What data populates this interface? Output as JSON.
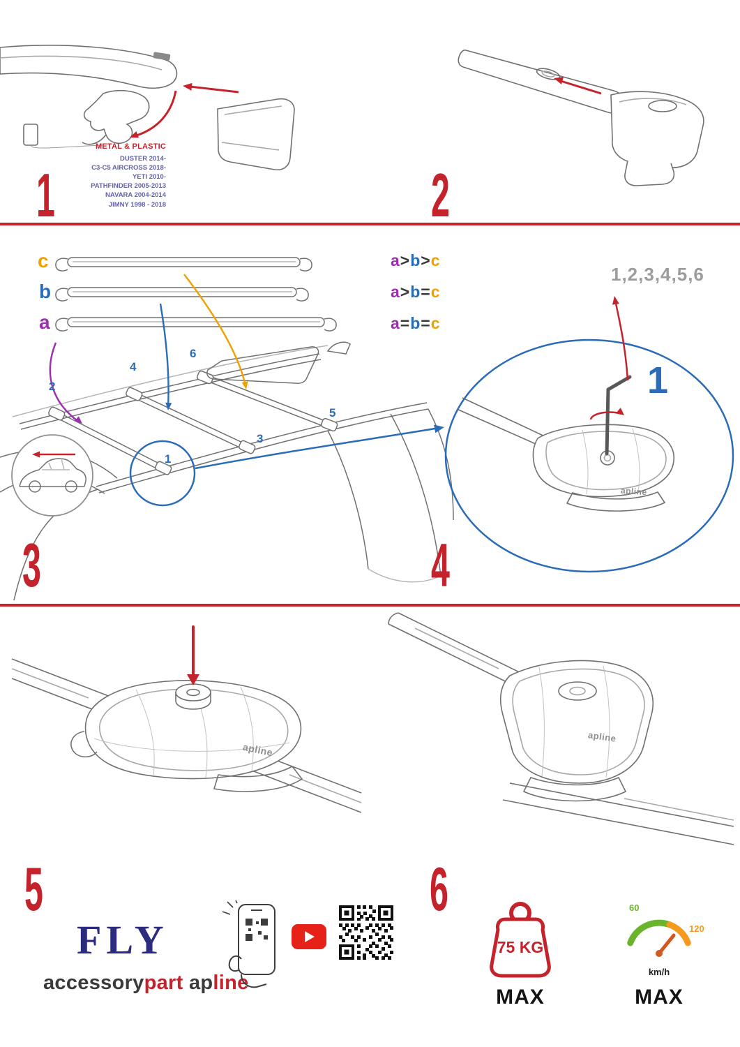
{
  "document": {
    "type": "roof-rack-installation-instructions"
  },
  "colors": {
    "accent_red": "#c5232c",
    "accent_blue": "#2b6cb8",
    "accent_purple": "#9b2fae",
    "accent_orange": "#f0a000",
    "vehicle_text_navy": "#6262aa",
    "fly_navy": "#2b2b80",
    "gray_sequence": "#9c9c9c",
    "line_gray": "#707070",
    "youtube_red": "#e62117",
    "gauge_green": "#6ab42d",
    "gauge_orange": "#f59a1d",
    "needle_orange": "#d2581e",
    "brand_dark": "#3b3b3b"
  },
  "panels": {
    "p1": {
      "step": "1",
      "material": "METAL & PLASTIC",
      "vehicles": [
        "DUSTER 2014-",
        "C3-C5 AIRCROSS 2018-",
        "YETI 2010-",
        "PATHFINDER 2005-2013",
        "NAVARA 2004-2014",
        "JIMNY 1998 - 2018"
      ]
    },
    "p2": {
      "step": "2"
    },
    "p3": {
      "step": "3",
      "bars": {
        "c": "c",
        "b": "b",
        "a": "a"
      },
      "legend": {
        "r1": [
          "a",
          ">",
          "b",
          ">",
          "c"
        ],
        "r2": [
          "a",
          ">",
          "b",
          "=",
          "c"
        ],
        "r3": [
          "a",
          "=",
          "b",
          "=",
          "c"
        ]
      },
      "positions": {
        "n1": "1",
        "n2": "2",
        "n3": "3",
        "n4": "4",
        "n5": "5",
        "n6": "6"
      }
    },
    "p4": {
      "step": "4",
      "sequence": "1,2,3,4,5,6",
      "callout": "1",
      "brand": "apline"
    },
    "p5": {
      "step": "5",
      "brand": "apline"
    },
    "p6": {
      "step": "6",
      "brand": "apline"
    }
  },
  "footer": {
    "fly": "FLY",
    "accessory": "accessory",
    "part": "part",
    "ap": "ap",
    "line": "line",
    "weight": "75 KG",
    "weight_max": "MAX",
    "speed_low": "60",
    "speed_high": "120",
    "speed_unit": "km/h",
    "speed_max": "MAX"
  },
  "icons": {
    "youtube": "youtube-play",
    "qr": "qr-code",
    "phone_scan": "scan-qr-with-phone",
    "weight": "max-load-weight",
    "speedometer": "max-speed-gauge"
  }
}
